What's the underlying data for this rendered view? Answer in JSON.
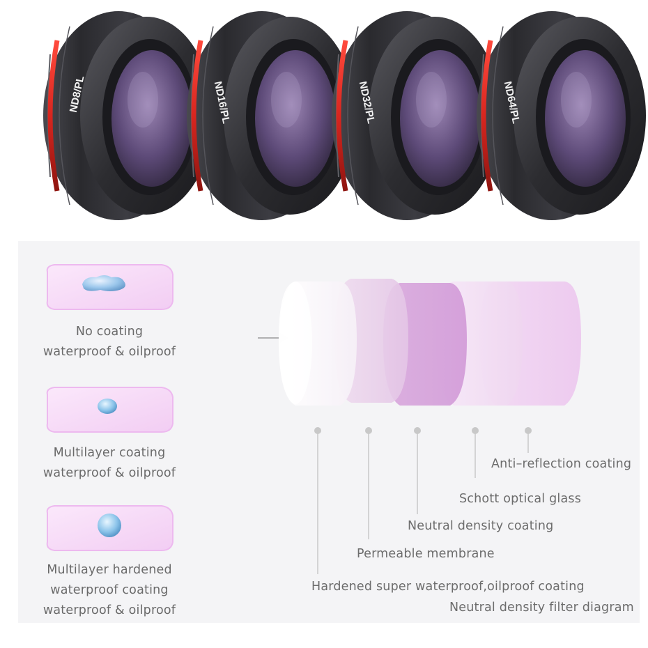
{
  "filters": [
    {
      "label": "ND8/PL"
    },
    {
      "label": "ND16/PL"
    },
    {
      "label": "ND32/PL"
    },
    {
      "label": "ND64/PL"
    }
  ],
  "coatings": [
    {
      "line1": "No coating",
      "line2": "waterproof & oilproof"
    },
    {
      "line1": "Multilayer coating",
      "line2": "waterproof & oilproof"
    },
    {
      "line1": "Multilayer hardened",
      "line2": "waterproof coating",
      "line3": "waterproof & oilproof"
    }
  ],
  "layers": [
    {
      "label": "Anti–reflection coating"
    },
    {
      "label": "Schott optical glass"
    },
    {
      "label": "Neutral density coating"
    },
    {
      "label": "Permeable membrane"
    },
    {
      "label": "Hardened super waterproof,oilproof coating"
    }
  ],
  "diagram_title": "Neutral density filter diagram",
  "colors": {
    "ring_red": "#d8261f",
    "body_dark": "#2f2f33",
    "glass_purple": "#8b6fa4",
    "panel_bg": "#f4f4f6",
    "label_gray": "#6a6a6a",
    "layer_pink": "#e5c7ea"
  }
}
